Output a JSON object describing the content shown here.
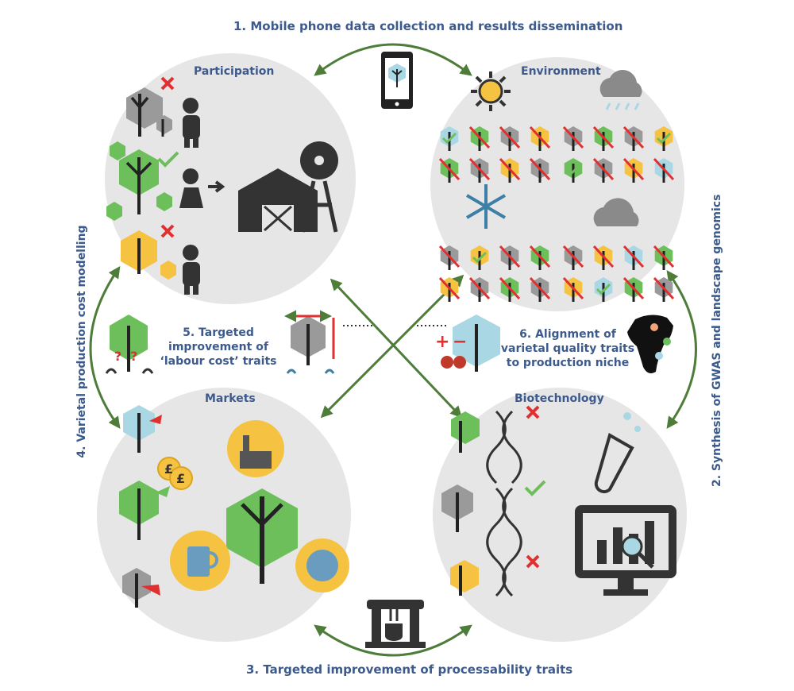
{
  "top_label": "1. Mobile phone data collection and results dissemination",
  "right_label": "2. Synthesis of GWAS and landscape genomics",
  "bottom_label": "3. Targeted improvement of processability traits",
  "left_label": "4. Varietal production cost modelling",
  "center_left": [
    "5. Targeted",
    "improvement of",
    "‘labour cost’ traits"
  ],
  "center_right": [
    "6. Alignment of",
    "varietal quality traits",
    "to production niche"
  ],
  "circles": {
    "participation": "Participation",
    "environment": "Environment",
    "markets": "Markets",
    "biotechnology": "Biotechnology"
  },
  "colors": {
    "title_blue": "#3d5a8c",
    "arrow_green": "#4e7d3a",
    "circle_grey": "#e6e6e6",
    "leaf_green": "#6cbf5a",
    "leaf_yellow": "#f5c242",
    "leaf_grey": "#9a9a9a",
    "leaf_blue": "#a9d8e4",
    "cross_red": "#e03030",
    "check_green": "#6cbf5a"
  },
  "symbols": {
    "currency": "£",
    "question": "?",
    "plus": "+",
    "minus": "−"
  }
}
